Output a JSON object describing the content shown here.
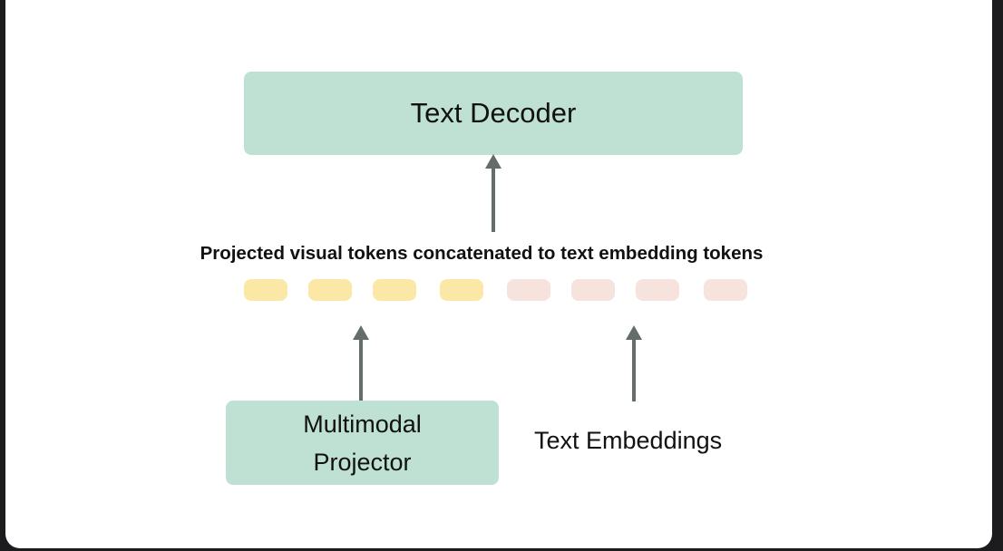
{
  "diagram": {
    "decoder_label": "Text Decoder",
    "caption": "Projected visual tokens concatenated to text embedding tokens",
    "projector_label_line1": "Multimodal",
    "projector_label_line2": "Projector",
    "embeddings_label": "Text Embeddings",
    "visual_tokens": 4,
    "text_tokens": 4
  },
  "colors": {
    "box_fill": "#bfe1d4",
    "visual_token": "#fbe7a6",
    "text_token": "#f7e3de",
    "arrow": "#646d69"
  }
}
